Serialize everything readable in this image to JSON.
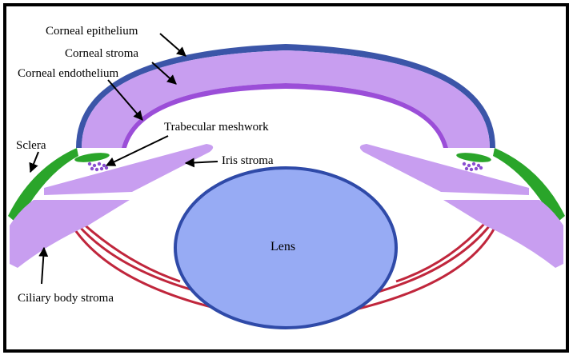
{
  "labels": {
    "corneal_epithelium": "Corneal epithelium",
    "corneal_stroma": "Corneal stroma",
    "corneal_endothelium": "Corneal endothelium",
    "trabecular_meshwork": "Trabecular meshwork",
    "sclera": "Sclera",
    "iris_stroma": "Iris stroma",
    "lens": "Lens",
    "ciliary_body_stroma": "Ciliary body stroma"
  },
  "colors": {
    "frame": "#000000",
    "corneal_epithelium": "#3b55a8",
    "corneal_stroma": "#c89ef0",
    "corneal_endothelium": "#9b4ed8",
    "sclera": "#2aa52a",
    "trabecular_dots": "#8a4fd0",
    "iris_stroma": "#c89ef0",
    "ciliary_body_stroma": "#c89ef0",
    "lens_fill": "#97abf4",
    "lens_stroke": "#2f4aa8",
    "zonules": "#c0263c",
    "arrows": "#000000"
  }
}
